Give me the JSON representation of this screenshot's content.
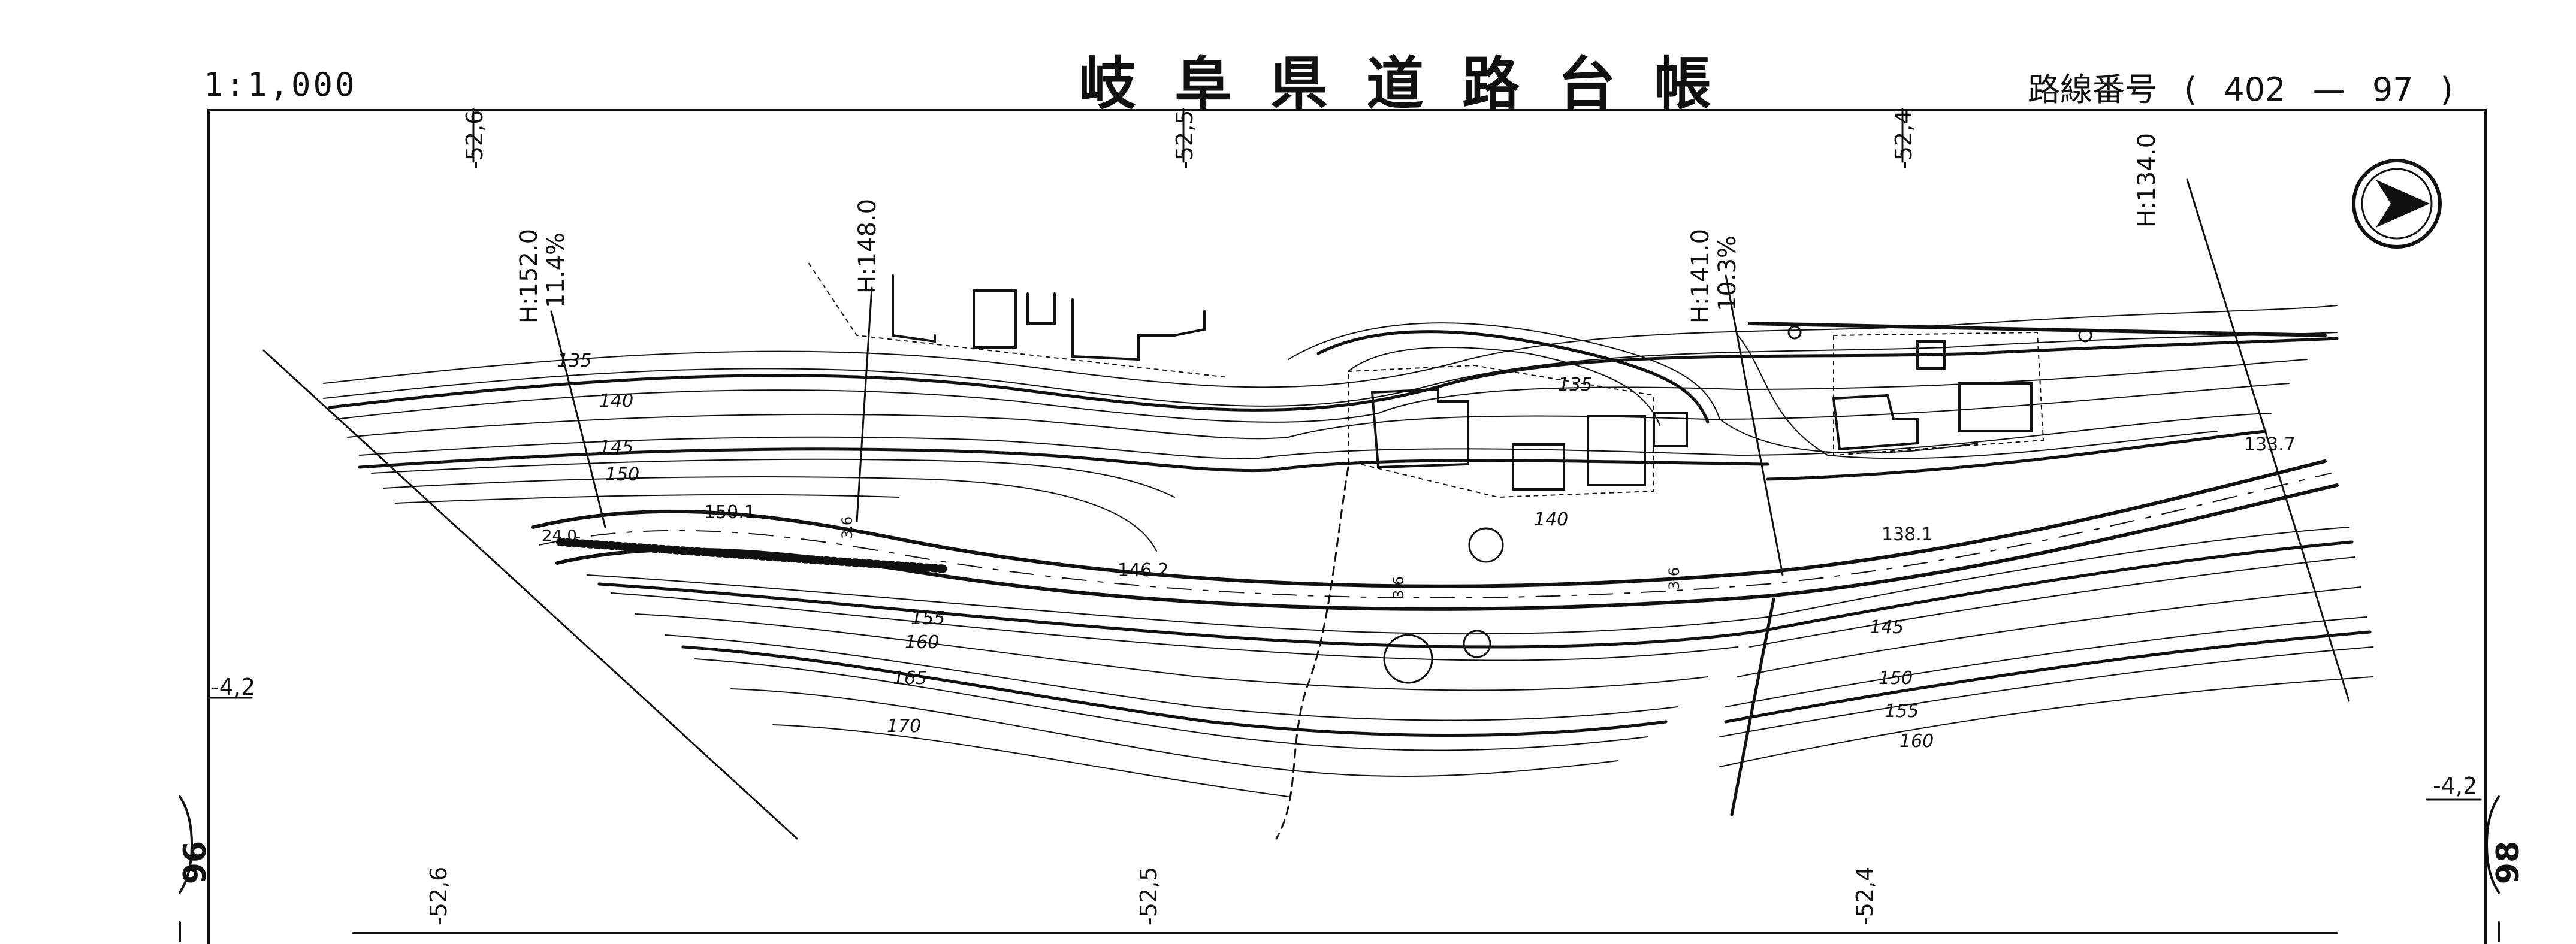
{
  "header": {
    "scale": "1:1,000",
    "title": "岐阜県道路台帳",
    "route_label": "路線番号",
    "route_open": "(",
    "route_main": "402",
    "route_dash": "—",
    "route_sub": "97",
    "route_close": ")"
  },
  "grid_labels": {
    "top_left": "-52,6",
    "top_mid": "-52,5",
    "top_right": "-52,4",
    "bottom_left": "-52,6",
    "bottom_mid": "-52,5",
    "bottom_right": "-52,4",
    "left_side": "-4,2",
    "right_side": "-4,2"
  },
  "sheet_numbers": {
    "left": "96",
    "right": "98"
  },
  "sections": [
    {
      "height": "H:152.0",
      "slope": "11.4%"
    },
    {
      "height": "H:148.0",
      "slope": ""
    },
    {
      "height": "H:141.0",
      "slope": "10.3%"
    },
    {
      "height": "H:134.0",
      "slope": ""
    }
  ],
  "contours": {
    "upper": [
      "135",
      "140",
      "145",
      "150",
      "135",
      "140"
    ],
    "lower": [
      "155",
      "160",
      "165",
      "170",
      "145",
      "150",
      "155",
      "160"
    ]
  },
  "spot_heights": [
    "150.1",
    "146.2",
    "138.1",
    "133.7",
    "24.0",
    "3.6",
    "3.6",
    "3.6"
  ],
  "icons": {
    "north_arrow": "north-arrow-icon"
  },
  "colors": {
    "ink": "#111111",
    "paper": "#ffffff"
  }
}
